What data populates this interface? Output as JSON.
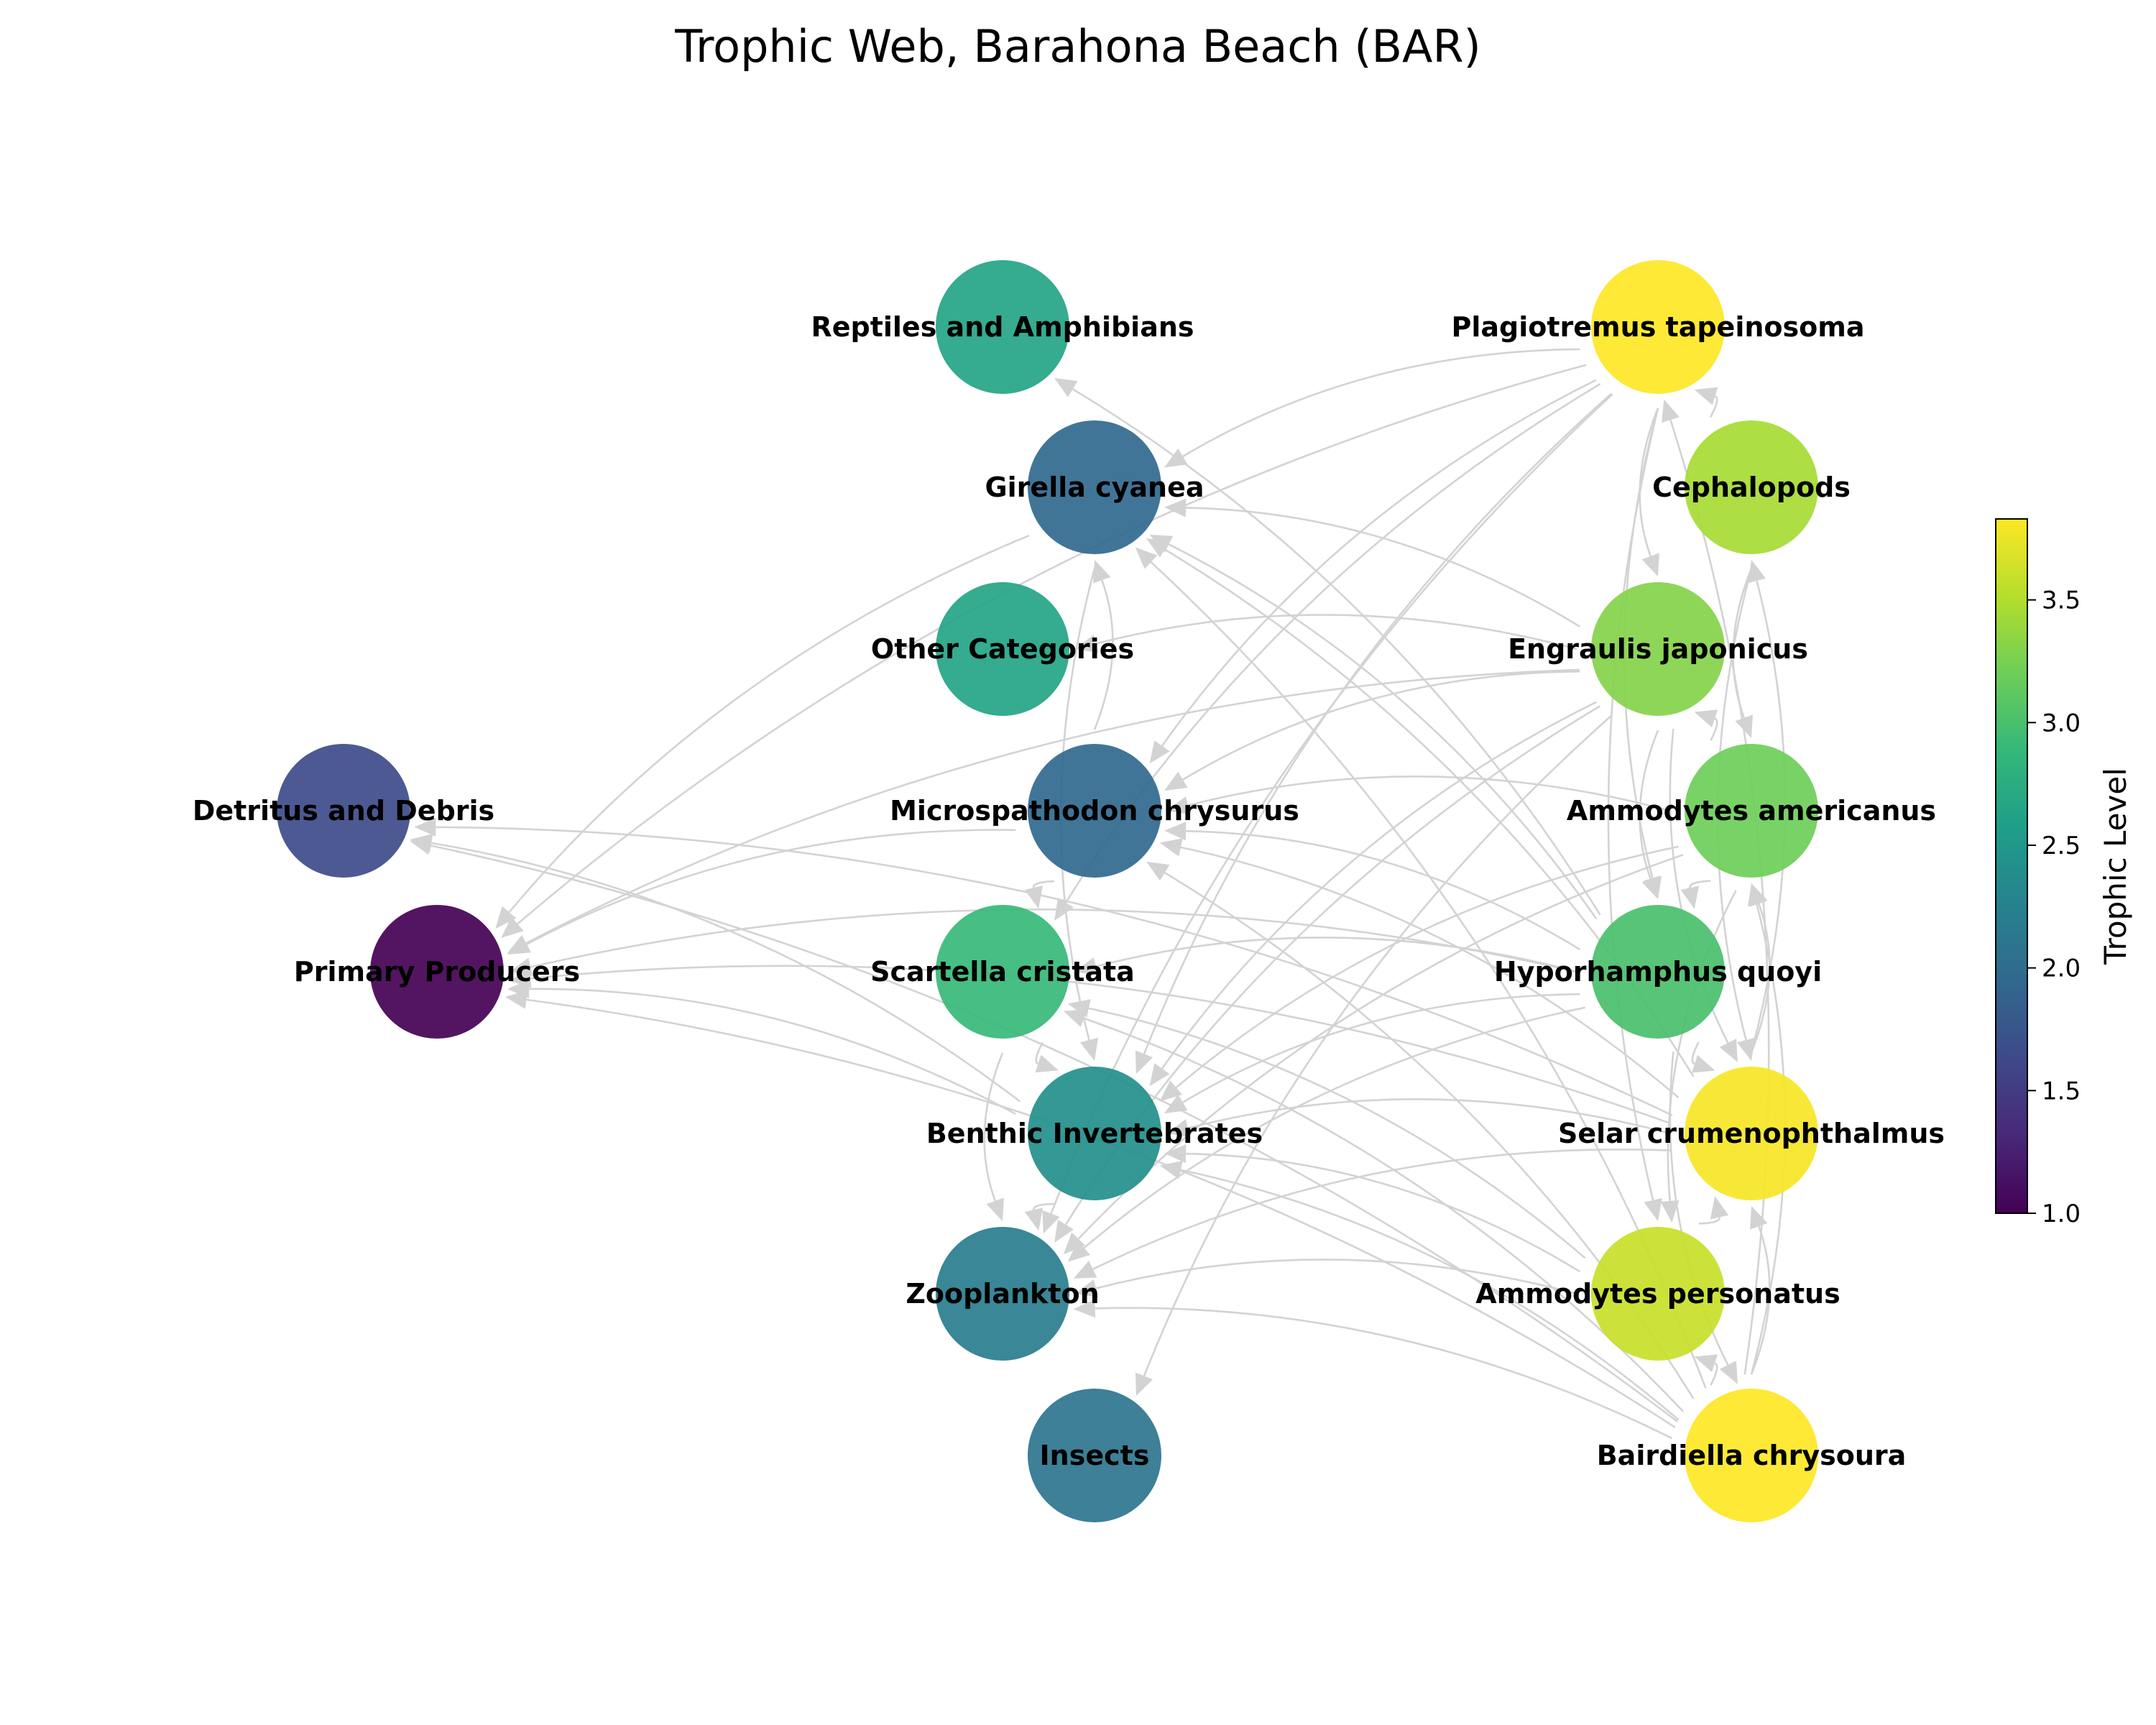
{
  "title": "Trophic Web, Barahona Beach (BAR)",
  "colorbar": {
    "label": "Trophic Level",
    "range": [
      1.0,
      3.83
    ],
    "ticks": [
      "1.0",
      "1.5",
      "2.0",
      "2.5",
      "3.0",
      "3.5"
    ],
    "colormap": [
      "#440154",
      "#482878",
      "#3e4989",
      "#31688e",
      "#26828e",
      "#1f9e89",
      "#35b779",
      "#6ece58",
      "#b5de2b",
      "#fde725"
    ]
  },
  "nodes": [
    {
      "id": "plag",
      "label": "Plagiotremus tapeinosoma",
      "trophic_level": 3.83
    },
    {
      "id": "ceph",
      "label": "Cephalopods",
      "trophic_level": 3.45
    },
    {
      "id": "engr",
      "label": "Engraulis japonicus",
      "trophic_level": 3.3
    },
    {
      "id": "ammam",
      "label": "Ammodytes americanus",
      "trophic_level": 3.2
    },
    {
      "id": "hypo",
      "label": "Hyporhamphus quoyi",
      "trophic_level": 3.0
    },
    {
      "id": "selar",
      "label": "Selar crumenophthalmus",
      "trophic_level": 3.8
    },
    {
      "id": "ammper",
      "label": "Ammodytes personatus",
      "trophic_level": 3.6
    },
    {
      "id": "bair",
      "label": "Bairdiella chrysoura",
      "trophic_level": 3.83
    },
    {
      "id": "rept",
      "label": "Reptiles and Amphibians",
      "trophic_level": 2.65
    },
    {
      "id": "girella",
      "label": "Girella cyanea",
      "trophic_level": 1.95
    },
    {
      "id": "other",
      "label": "Other Categories",
      "trophic_level": 2.65
    },
    {
      "id": "micro",
      "label": "Microspathodon chrysurus",
      "trophic_level": 1.95
    },
    {
      "id": "scart",
      "label": "Scartella cristata",
      "trophic_level": 2.9
    },
    {
      "id": "benth",
      "label": "Benthic Invertebrates",
      "trophic_level": 2.4
    },
    {
      "id": "zoo",
      "label": "Zooplankton",
      "trophic_level": 2.2
    },
    {
      "id": "insect",
      "label": "Insects",
      "trophic_level": 2.1
    },
    {
      "id": "detr",
      "label": "Detritus and Debris",
      "trophic_level": 1.65
    },
    {
      "id": "prim",
      "label": "Primary Producers",
      "trophic_level": 1.0
    }
  ],
  "edges": [
    [
      "plag",
      "girella"
    ],
    [
      "plag",
      "micro"
    ],
    [
      "plag",
      "benth"
    ],
    [
      "plag",
      "zoo"
    ],
    [
      "plag",
      "engr"
    ],
    [
      "plag",
      "hypo"
    ],
    [
      "plag",
      "ammper"
    ],
    [
      "plag",
      "prim"
    ],
    [
      "plag",
      "scart"
    ],
    [
      "ceph",
      "plag"
    ],
    [
      "ceph",
      "ammam"
    ],
    [
      "ceph",
      "selar"
    ],
    [
      "engr",
      "other"
    ],
    [
      "engr",
      "micro"
    ],
    [
      "engr",
      "benth"
    ],
    [
      "engr",
      "zoo"
    ],
    [
      "engr",
      "prim"
    ],
    [
      "engr",
      "girella"
    ],
    [
      "engr",
      "hypo"
    ],
    [
      "engr",
      "selar"
    ],
    [
      "engr",
      "insect"
    ],
    [
      "ammam",
      "benth"
    ],
    [
      "ammam",
      "zoo"
    ],
    [
      "ammam",
      "micro"
    ],
    [
      "ammam",
      "engr"
    ],
    [
      "ammam",
      "hypo"
    ],
    [
      "ammam",
      "ammper"
    ],
    [
      "hypo",
      "girella"
    ],
    [
      "hypo",
      "rept"
    ],
    [
      "hypo",
      "prim"
    ],
    [
      "hypo",
      "zoo"
    ],
    [
      "hypo",
      "benth"
    ],
    [
      "hypo",
      "scart"
    ],
    [
      "hypo",
      "selar"
    ],
    [
      "hypo",
      "bair"
    ],
    [
      "hypo",
      "micro"
    ],
    [
      "selar",
      "benth"
    ],
    [
      "selar",
      "zoo"
    ],
    [
      "selar",
      "detr"
    ],
    [
      "selar",
      "prim"
    ],
    [
      "selar",
      "ceph"
    ],
    [
      "selar",
      "ammam"
    ],
    [
      "selar",
      "micro"
    ],
    [
      "selar",
      "girella"
    ],
    [
      "ammper",
      "zoo"
    ],
    [
      "ammper",
      "benth"
    ],
    [
      "ammper",
      "scart"
    ],
    [
      "ammper",
      "selar"
    ],
    [
      "bair",
      "benth"
    ],
    [
      "bair",
      "zoo"
    ],
    [
      "bair",
      "detr"
    ],
    [
      "bair",
      "prim"
    ],
    [
      "bair",
      "girella"
    ],
    [
      "bair",
      "micro"
    ],
    [
      "bair",
      "selar"
    ],
    [
      "bair",
      "ammam"
    ],
    [
      "bair",
      "ammper"
    ],
    [
      "bair",
      "plag"
    ],
    [
      "bair",
      "scart"
    ],
    [
      "girella",
      "prim"
    ],
    [
      "girella",
      "benth"
    ],
    [
      "micro",
      "prim"
    ],
    [
      "micro",
      "scart"
    ],
    [
      "micro",
      "girella"
    ],
    [
      "scart",
      "zoo"
    ],
    [
      "scart",
      "benth"
    ],
    [
      "benth",
      "prim"
    ],
    [
      "benth",
      "zoo"
    ],
    [
      "benth",
      "detr"
    ]
  ]
}
